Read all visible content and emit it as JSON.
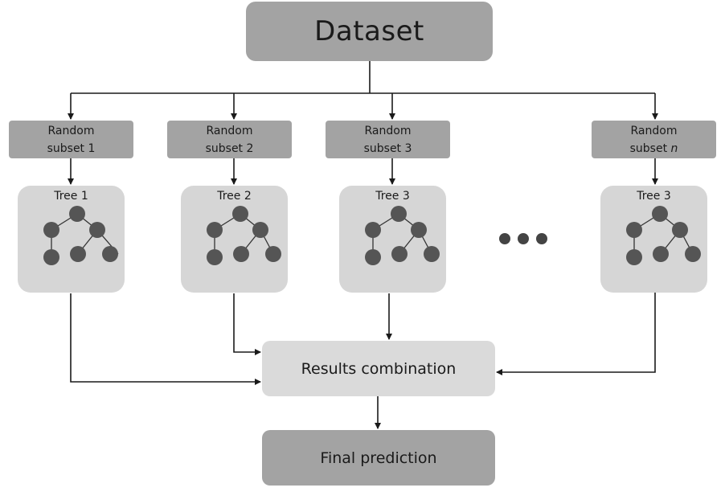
{
  "dataset": {
    "label": "Dataset"
  },
  "subsets": [
    {
      "line1": "Random",
      "line2": "subset 1",
      "italic": ""
    },
    {
      "line1": "Random",
      "line2": "subset 2",
      "italic": ""
    },
    {
      "line1": "Random",
      "line2": "subset 3",
      "italic": ""
    },
    {
      "line1": "Random",
      "line2": "subset ",
      "italic": "n"
    }
  ],
  "trees": [
    {
      "label": "Tree 1"
    },
    {
      "label": "Tree 2"
    },
    {
      "label": "Tree 3"
    },
    {
      "label": "Tree 3"
    }
  ],
  "combination": {
    "label": "Results combination"
  },
  "final": {
    "label": "Final prediction"
  },
  "colors": {
    "box_dark": "#a3a3a3",
    "box_light": "#d6d6d6",
    "node": "#555555",
    "line": "#1a1a1a"
  },
  "ellipsis_icon": "ellipsis-dots"
}
